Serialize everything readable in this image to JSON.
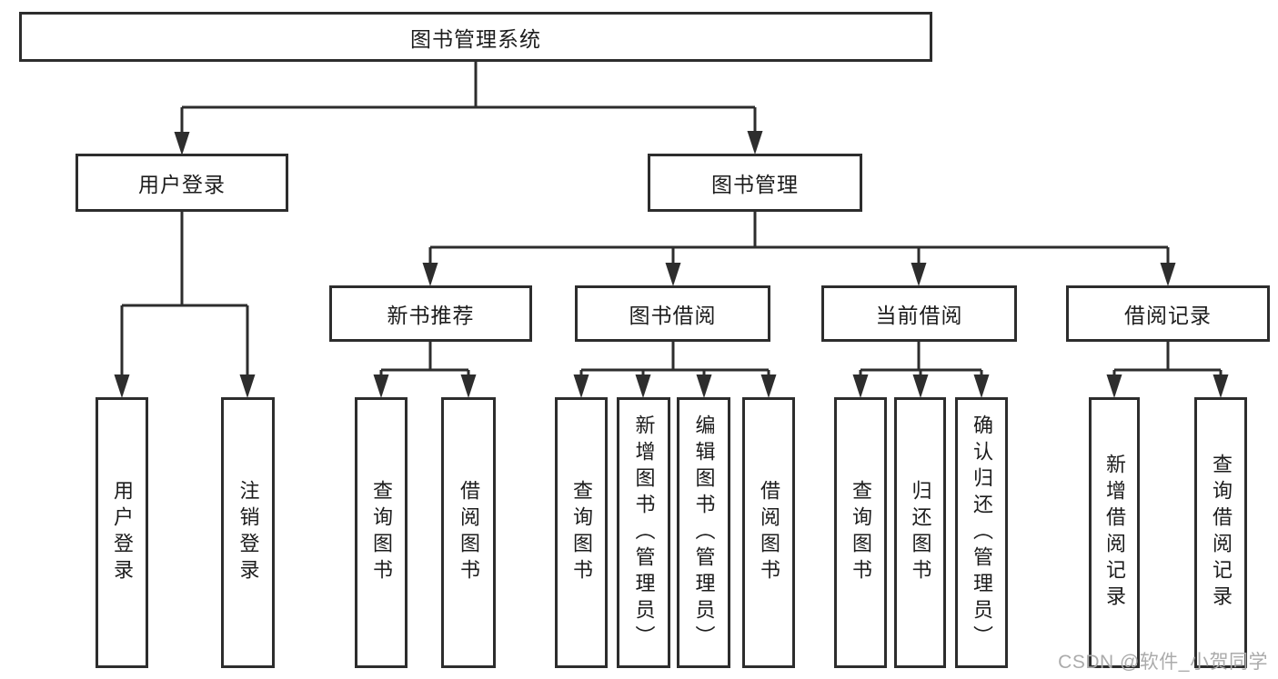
{
  "diagram": {
    "root": {
      "label": "图书管理系统"
    },
    "branches": {
      "user_login": {
        "label": "用户登录",
        "children": {
          "login": {
            "label": "用户登录"
          },
          "logout": {
            "label": "注销登录"
          }
        }
      },
      "book_management": {
        "label": "图书管理",
        "children": {
          "new_book_recommend": {
            "label": "新书推荐",
            "children": {
              "query_books": {
                "label": "查询图书"
              },
              "borrow_books": {
                "label": "借阅图书"
              }
            }
          },
          "book_borrowing": {
            "label": "图书借阅",
            "children": {
              "query_books": {
                "label": "查询图书"
              },
              "add_books_admin": {
                "label": "新增图书（管理员）"
              },
              "edit_books_admin": {
                "label": "编辑图书（管理员）"
              },
              "borrow_books": {
                "label": "借阅图书"
              }
            }
          },
          "current_borrowing": {
            "label": "当前借阅",
            "children": {
              "query_books": {
                "label": "查询图书"
              },
              "return_books": {
                "label": "归还图书"
              },
              "confirm_return_admin": {
                "label": "确认归还（管理员）"
              }
            }
          },
          "borrowing_records": {
            "label": "借阅记录",
            "children": {
              "add_record": {
                "label": "新增借阅记录"
              },
              "query_record": {
                "label": "查询借阅记录"
              }
            }
          }
        }
      }
    },
    "watermark": "CSDN @软件_小贺同学",
    "colors": {
      "line": "#2d2d2d",
      "box_border": "#2d2d2d",
      "text": "#1c1c1c",
      "background": "#ffffff",
      "watermark": "#ababab"
    }
  }
}
